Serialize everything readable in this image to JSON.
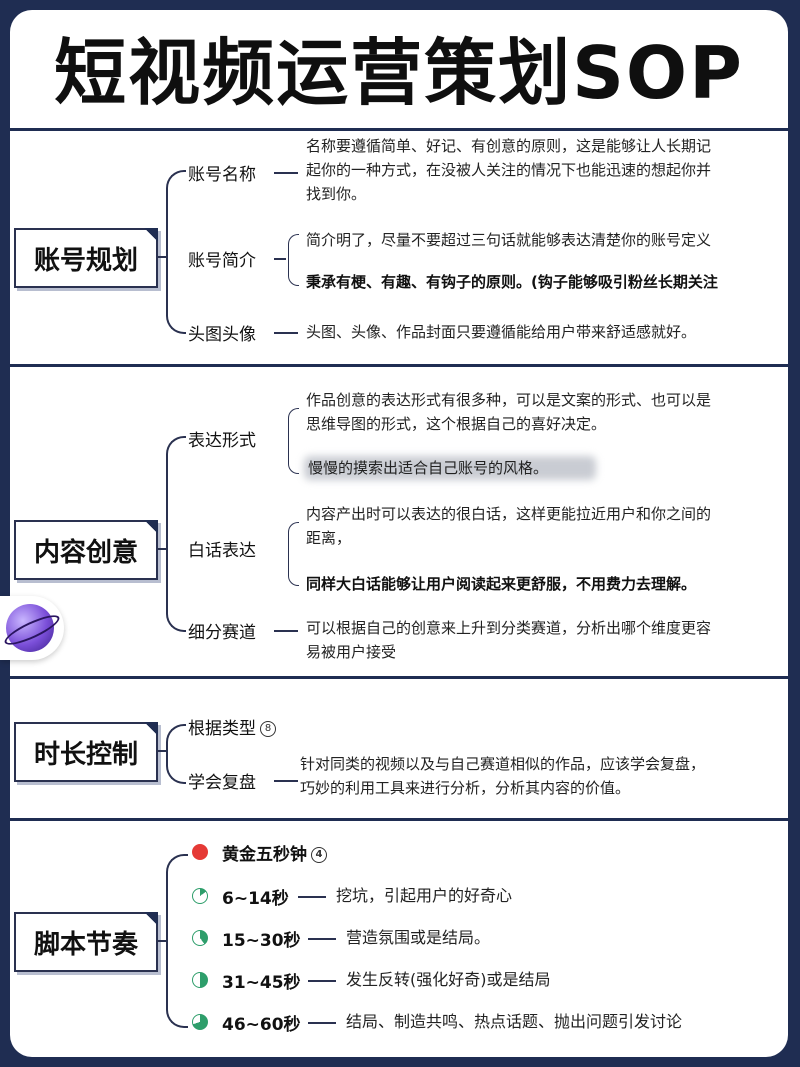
{
  "title": "短视频运营策划SOP",
  "sections": [
    {
      "root": "账号规划",
      "items": [
        {
          "label": "账号名称",
          "desc": [
            "名称要遵循简单、好记、有创意的原则，这是能够让人长期记",
            "起你的一种方式，在没被人关注的情况下也能迅速的想起你并",
            "找到你。"
          ]
        },
        {
          "label": "账号简介",
          "desc": [
            "简介明了，尽量不要超过三句话就能够表达清楚你的账号定义"
          ],
          "bold": "秉承有梗、有趣、有钩子的原则。(钩子能够吸引粉丝长期关注"
        },
        {
          "label": "头图头像",
          "desc": [
            "头图、头像、作品封面只要遵循能给用户带来舒适感就好。"
          ]
        }
      ]
    },
    {
      "root": "内容创意",
      "items": [
        {
          "label": "表达形式",
          "desc": [
            "作品创意的表达形式有很多种，可以是文案的形式、也可以是",
            "思维导图的形式，这个根据自己的喜好决定。"
          ],
          "extra": "慢慢的摸索出适合自己账号的风格。"
        },
        {
          "label": "白话表达",
          "desc": [
            "内容产出时可以表达的很白话，这样更能拉近用户和你之间的",
            "距离，"
          ],
          "bold": "同样大白话能够让用户阅读起来更舒服，不用费力去理解。"
        },
        {
          "label": "细分赛道",
          "desc": [
            "可以根据自己的创意来上升到分类赛道，分析出哪个维度更容",
            "易被用户接受"
          ]
        }
      ]
    },
    {
      "root": "时长控制",
      "items": [
        {
          "label": "根据类型",
          "badge": "8"
        },
        {
          "label": "学会复盘",
          "desc": [
            "针对同类的视频以及与自己赛道相似的作品，应该学会复盘，",
            "巧妙的利用工具来进行分析，分析其内容的价值。"
          ]
        }
      ]
    },
    {
      "root": "脚本节奏",
      "items": [
        {
          "label": "黄金五秒钟",
          "badge": "4",
          "fraction": 1.0,
          "color": "#e53935"
        },
        {
          "label": "6~14秒",
          "desc": "挖坑，引起用户的好奇心",
          "fraction": 0.15,
          "color": "#2e9e6b"
        },
        {
          "label": "15~30秒",
          "desc": "营造氛围或是结局。",
          "fraction": 0.4,
          "color": "#2e9e6b"
        },
        {
          "label": "31~45秒",
          "desc": "发生反转(强化好奇)或是结局",
          "fraction": 0.5,
          "color": "#2e9e6b"
        },
        {
          "label": "46~60秒",
          "desc": "结局、制造共鸣、热点话题、抛出问题引发讨论",
          "fraction": 0.7,
          "color": "#2e9e6b"
        }
      ]
    }
  ]
}
